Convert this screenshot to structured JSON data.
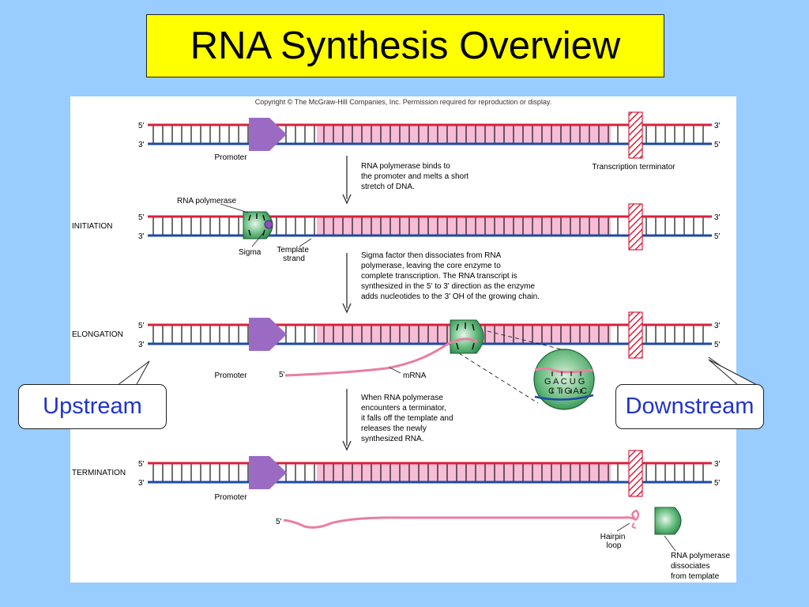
{
  "title": "RNA Synthesis Overview",
  "copyright": "Copyright © The McGraw-Hill Companies, Inc. Permission required for reproduction or display.",
  "ends": {
    "five": "5'",
    "three": "3'"
  },
  "stages": {
    "initiation": "INITIATION",
    "elongation": "ELONGATION",
    "termination": "TERMINATION"
  },
  "labels": {
    "promoter": "Promoter",
    "terminator": "Transcription terminator",
    "rna_polymerase": "RNA polymerase",
    "sigma": "Sigma",
    "template_line1": "Template",
    "template_line2": "strand",
    "mrna": "mRNA",
    "hairpin_line1": "Hairpin",
    "hairpin_line2": "loop",
    "dissociates_line1": "RNA polymerase",
    "dissociates_line2": "dissociates",
    "dissociates_line3": "from template",
    "bases_top": "G A C U G",
    "bases_bottom": "C T G A C"
  },
  "steps": {
    "s1": [
      "RNA polymerase binds to",
      "the promoter and melts a short",
      "stretch of DNA."
    ],
    "s2": [
      "Sigma factor then dissociates from RNA",
      "polymerase, leaving the core enzyme to",
      "complete transcription. The RNA transcript is",
      "synthesized in the 5' to 3' direction as the enzyme",
      "adds nucleotides to the 3' OH of the growing chain."
    ],
    "s3": [
      "When RNA polymerase",
      "encounters a terminator,",
      "it falls off the template and",
      "releases the newly",
      " synthesized RNA."
    ]
  },
  "callouts": {
    "upstream": "Upstream",
    "downstream": "Downstream"
  },
  "colors": {
    "coding_strand": "#d8213b",
    "template_strand": "#1c4aa6",
    "promoter": "#9b6bc4",
    "gene_region": "#f7bcd6",
    "terminator": "#d8213b",
    "polymerase": "#4aaa66",
    "mrna": "#e87fa0"
  }
}
